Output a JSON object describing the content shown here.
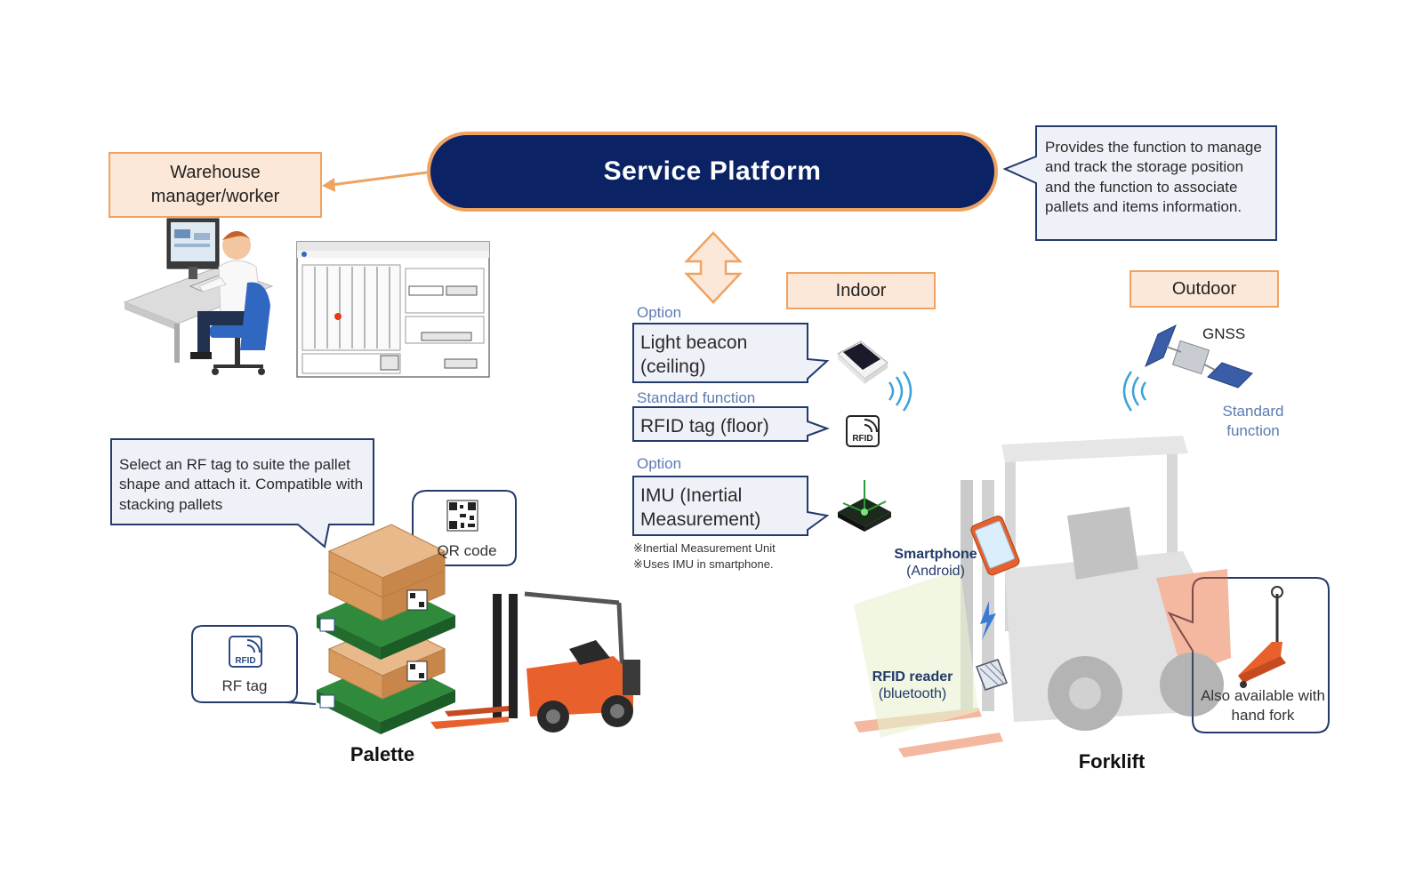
{
  "platform": {
    "title": "Service Platform"
  },
  "roles": {
    "warehouse": "Warehouse manager/worker"
  },
  "callouts": {
    "platform_desc": "Provides the function to manage and track the storage position and the function to associate pallets and items information.",
    "rf_tag_desc": "Select an RF tag to suite the pallet shape and attach it. Compatible with stacking pallets",
    "qr_code": "QR code",
    "rf_tag": "RF tag",
    "hand_fork": "Also available with hand fork"
  },
  "environments": {
    "indoor": "Indoor",
    "outdoor": "Outdoor"
  },
  "indoor_functions": [
    {
      "category": "Option",
      "label": "Light beacon (ceiling)"
    },
    {
      "category": "Standard function",
      "label": "RFID tag (floor)"
    },
    {
      "category": "Option",
      "label": "IMU (Inertial Measurement)"
    }
  ],
  "notes": [
    "※Inertial Measurement Unit",
    "※Uses IMU in smartphone."
  ],
  "outdoor": {
    "gnss": "GNSS",
    "standard_function": "Standard function"
  },
  "devices": {
    "smartphone": "Smartphone",
    "smartphone_sub": "(Android)",
    "rfid_reader": "RFID reader",
    "rfid_reader_sub": "(bluetooth)",
    "rfid_icon_text": "RFID"
  },
  "captions": {
    "palette": "Palette",
    "forklift": "Forklift"
  },
  "colors": {
    "navy": "#0b2264",
    "orange": "#f0a261",
    "label_bg": "#fce8d8",
    "forklift_orange": "#e8612c",
    "pallet_green": "#2f8a3c"
  }
}
